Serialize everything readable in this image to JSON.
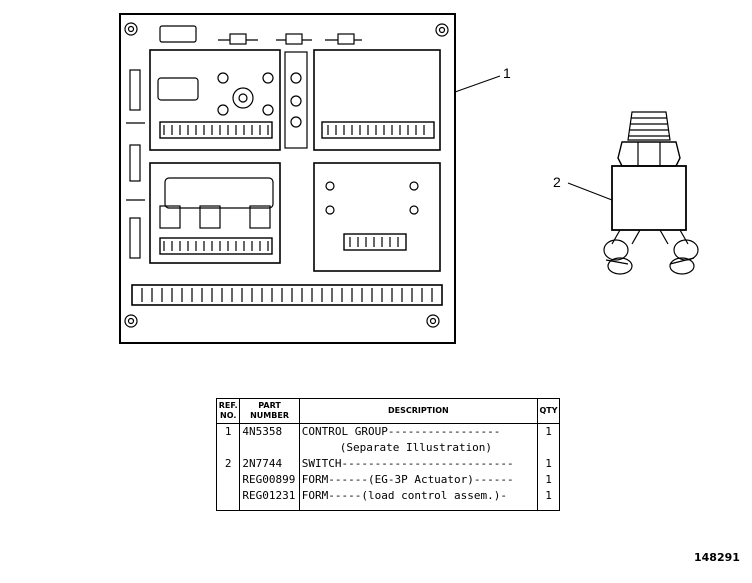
{
  "callouts": {
    "item1": "1",
    "item2": "2"
  },
  "figure_number": "148291",
  "table": {
    "headers": {
      "ref": "REF. NO.",
      "part": "PART NUMBER",
      "desc": "DESCRIPTION",
      "qty": "QTY"
    },
    "rows": [
      {
        "ref": "1",
        "part": "4N5358",
        "desc": "CONTROL GROUP-----------------",
        "qty": "1"
      },
      {
        "ref": "",
        "part": "",
        "desc": "(Separate Illustration)",
        "qty": ""
      },
      {
        "ref": "2",
        "part": "2N7744",
        "desc": "SWITCH--------------------------",
        "qty": "1"
      },
      {
        "ref": "",
        "part": "REG00899",
        "desc": "FORM------(EG-3P Actuator)------",
        "qty": "1"
      },
      {
        "ref": "",
        "part": "REG01231",
        "desc": "FORM-----(load control assem.)-",
        "qty": "1"
      }
    ]
  }
}
